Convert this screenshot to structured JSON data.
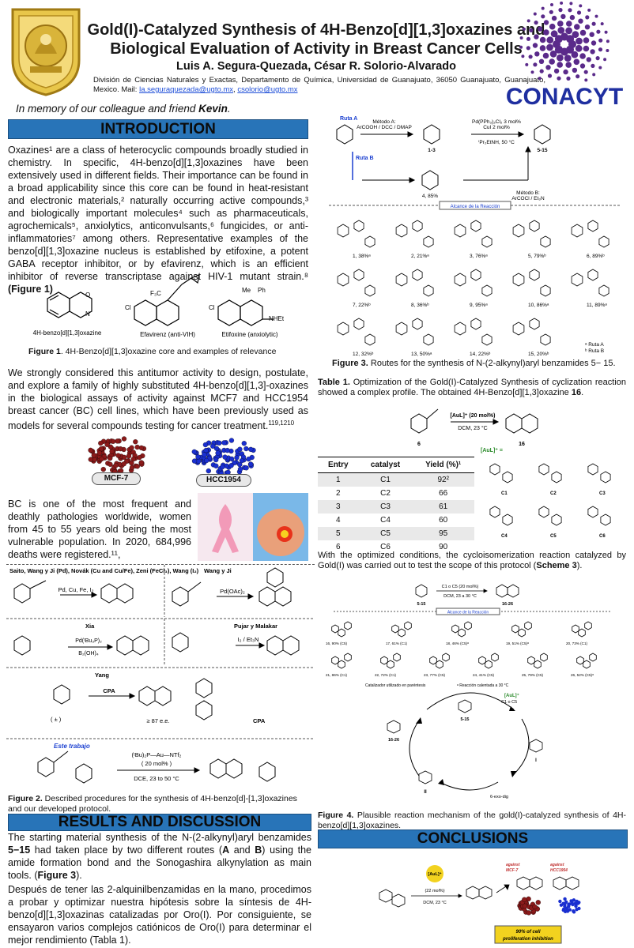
{
  "header": {
    "title_line1": "Gold(I)-Catalyzed Synthesis of 4H-Benzo[d][1,3]oxazines and",
    "title_line2": "Biological Evaluation of Activity in Breast Cancer Cells",
    "authors": "Luis A. Segura-Quezada, César R. Solorio-Alvarado",
    "affiliation": "División de Ciencias Naturales y Exactas, Departamento de Química, Universidad de Guanajuato, 36050 Guanajuato, Guanajuato, Mexico. Mail:",
    "email1": "la.seguraquezada@ugto.mx",
    "email_sep": ",",
    "email2": "csolorio@ugto.mx",
    "conacyt": "CONACYT",
    "memory_prefix": "In memory of our colleague and friend ",
    "memory_name": "Kevin",
    "memory_suffix": "."
  },
  "introduction": {
    "heading": "INTRODUCTION",
    "paragraph1": "Oxazines¹ are a class of heterocyclic compounds broadly studied in chemistry. In specific, 4H-benzo[d][1,3]oxazines have been extensively used in different fields. Their importance can be found in a broad applicability since this core can be found in heat-resistant and electronic materials,² naturally occurring active compounds,³ and biologically important molecules⁴ such as pharmaceuticals, agrochemicals⁵, anxiolytics, anticonvulsants,⁶ fungicides, or anti-inflammatories⁷ among others. Representative examples of the benzo[d][1,3]oxazine nucleus is established by etifoxine, a potent GABA receptor inhibitor, or by efavirenz, which is an efficient inhibitor of reverse transcriptase against HIV-1 mutant strain.⁸",
    "paragraph1_ref": "(Figure 1)",
    "fig1_labels": [
      "4H-benzo[d][1,3]oxazine",
      "Efavirenz (anti-VIH)",
      "Etifoxine (anxiolytic)"
    ],
    "fig1_caption_bold": "Figure 1",
    "fig1_caption": ". 4H-Benzo[d][1,3]oxazine core and examples of relevance",
    "paragraph2": "We strongly considered this antitumor activity to design, postulate, and explore a family of highly substituted 4H-benzo[d][1,3]-oxazines in the biological assays of activity against MCF7 and HCC1954 breast cancer (BC) cell lines, which have been previously used as models for several compounds testing for cancer treatment.",
    "paragraph2_sup": "119,1210",
    "cell_line1": "MCF-7",
    "cell_line2": "HCC1954",
    "paragraph3": "BC is one of the most frequent and deathly pathologies worldwide, women from 45 to 55 years old being the most vulnerable population. In 2020, 684,996 deaths were registered.¹¹,"
  },
  "figure2": {
    "panel1_authors": "Saito, Wang y Ji (Pd), Novák (Cu and Cu/Fe), Zeni (FeCl₃), Wang (I₂)",
    "panel1_reagent": "Pd, Cu, Fe, I₂",
    "panel2_authors": "Wang y Ji",
    "panel2_reagent": "Pd(OAc)₂",
    "panel3_authors": "Xia",
    "panel3_reagent": "Pd(ᵗBu₃P)₂",
    "panel3_reagent2": "B₂(OH)₄",
    "panel4_authors": "Pujar y Malakar",
    "panel4_reagent": "I₂ / Et₃N",
    "panel5_authors": "Yang",
    "panel5_reagent": "CPA",
    "panel5_ee": "≥ 87 e.e.",
    "panel5_cpa": "CPA",
    "panel5_rac": "( ± )",
    "this_work": "Este trabajo",
    "this_work_catalyst": "(ᵗBu)₂P—Au—NTf₂",
    "this_work_loading": "( 20 mol% )",
    "this_work_conditions": "DCE, 23 to 50 °C",
    "caption_bold": "Figure 2.",
    "caption": " Described procedures for the synthesis of 4H-benzo[d]-[1,3]oxazines and our developed protocol."
  },
  "results": {
    "heading": "RESULTS AND DISCUSSION",
    "paragraph1_a": "The starting material synthesis of the N-(2-alkynyl)aryl benzamides ",
    "paragraph1_b": "5−15",
    "paragraph1_c": " had taken place by two different routes (",
    "paragraph1_d": "A",
    "paragraph1_e": " and ",
    "paragraph1_f": "B",
    "paragraph1_g": ") using the amide formation bond and the Sonogashira alkynylation as main tools. (",
    "paragraph1_h": "Figure 3",
    "paragraph1_i": ").",
    "paragraph2": "Después de tener las 2-alquinilbenzamidas en la mano, procedimos a probar y optimizar nuestra hipótesis sobre la síntesis de 4H-benzo[d][1,3]oxazinas catalizadas por Oro(I). Por consiguiente, se ensayaron varios complejos catiónicos de Oro(I) para determinar el mejor rendimiento (Tabla 1)."
  },
  "figure3": {
    "ruta_a": "Ruta A",
    "ruta_b": "Ruta B",
    "metodo_a": "Método A:",
    "metodo_a_reagents": "ArCOOH / DCC / DMAP",
    "sono_reagents": "Pd(PPh₃)₂Cl₂ 3 mol%",
    "sono_cu": "CuI 2 mol%",
    "sono_solvent": "ⁱPr₂EtNH, 50 °C",
    "compound_13": "1-3",
    "compound_515": "5-15",
    "compound_4": "4, 85%",
    "metodo_b": "Método B:",
    "metodo_b_reagents": "ArCOCl / Et₃N",
    "scope_label": "Alcance de la Reacción",
    "compounds": [
      "1, 38%ᵃ",
      "2, 21%ᵃ",
      "3, 76%ᵃ",
      "5, 79%ᵇ",
      "6, 89%ᵇ",
      "7, 22%ᵇ",
      "8, 36%ᵇ",
      "9, 95%ᵃ",
      "10, 86%ᵃ",
      "11, 89%ᵃ",
      "12, 32%ᵇ",
      "13, 50%ᵃ",
      "14, 22%ᵇ",
      "15, 20%ᵇ"
    ],
    "legend_a": "ᵃ Ruta A",
    "legend_b": "ᵇ Ruta B",
    "caption_bold": "Figure 3.",
    "caption": " Routes for the synthesis of N-(2-alkynyl)aryl benzamides 5− 15."
  },
  "table1": {
    "caption_bold": "Table 1.",
    "caption": " Optimization of the Gold(I)-Catalyzed Synthesis of cyclization reaction showed a complex profile. The obtained 4H-Benzo[d][1,3]oxazine ",
    "caption_bold2": "16",
    "caption_end": ".",
    "reaction_reagent": "[AuL]⁺ (20 mol%)",
    "reaction_conditions": "DCM, 23 °C",
    "sm_label": "6",
    "product_label": "16",
    "headers": [
      "Entry",
      "catalyst",
      "Yield (%)¹"
    ],
    "rows": [
      [
        "1",
        "C1",
        "92²"
      ],
      [
        "2",
        "C2",
        "66"
      ],
      [
        "3",
        "C3",
        "61"
      ],
      [
        "4",
        "C4",
        "60"
      ],
      [
        "5",
        "C5",
        "95"
      ],
      [
        "6",
        "C6",
        "90"
      ]
    ],
    "catalyst_header": "[AuL]⁺ =",
    "catalyst_labels": [
      "C1",
      "C2",
      "C3",
      "C4",
      "C5",
      "C6"
    ]
  },
  "scheme3": {
    "text_a": "With the optimized conditions, the cycloisomerization reaction catalyzed by Gold(I) was carried out to test the scope of this protocol (",
    "text_b": "Scheme 3",
    "text_c": ").",
    "reagent": "C1 o C5 (20 mol%)",
    "conditions": "DCM, 23 a 30 °C",
    "sm": "5-15",
    "product": "16-26",
    "scope_label": "Alcance de la Reacción",
    "compounds": [
      "16, 90% (C5)",
      "17, 61% (C1)",
      "18, 46% (C5)ᵃ",
      "19, 51% (C5)ᵃ",
      "20, 73% (C1)",
      "21, 86% (C1)",
      "22, 72% (C1)",
      "23, 77% (C5)",
      "24, 41% (C5)",
      "25, 79% (C5)",
      "26, 52% (C5)ᵃ"
    ],
    "footnote1": "Catalizador utilizado en paréntesis",
    "footnote2": "ᵃ Reacción calentada a 30 °C"
  },
  "figure4": {
    "auL_plus": "[AuL]⁺",
    "cat_label": "C1 o C5",
    "sm": "5-15",
    "product": "16-26",
    "int1": "I",
    "int2": "II",
    "cyclization": "6-exo-dig",
    "caption_bold": "Figure 4.",
    "caption": " Plausible reaction mechanism of the gold(I)-catalyzed synthesis of 4H-benzo[d][1,3]oxazines."
  },
  "conclusions": {
    "heading": "CONCLUSIONS",
    "reagent": "[AuL]⁺",
    "loading": "(22 mol%)",
    "conditions": "DCM, 23 °C",
    "against1": "against",
    "cell1": "MCF-7",
    "against2": "against",
    "cell2": "HCC1954",
    "badge_line1": "90% of cell",
    "badge_line2": "proliferation inhibition"
  },
  "colors": {
    "banner": "#2874b8",
    "gold": "#c9a227",
    "conacyt_blue": "#1f2fa0",
    "mcf7": "#8b1a1a",
    "hcc": "#1a2fd0",
    "badge": "#f2d21f"
  }
}
